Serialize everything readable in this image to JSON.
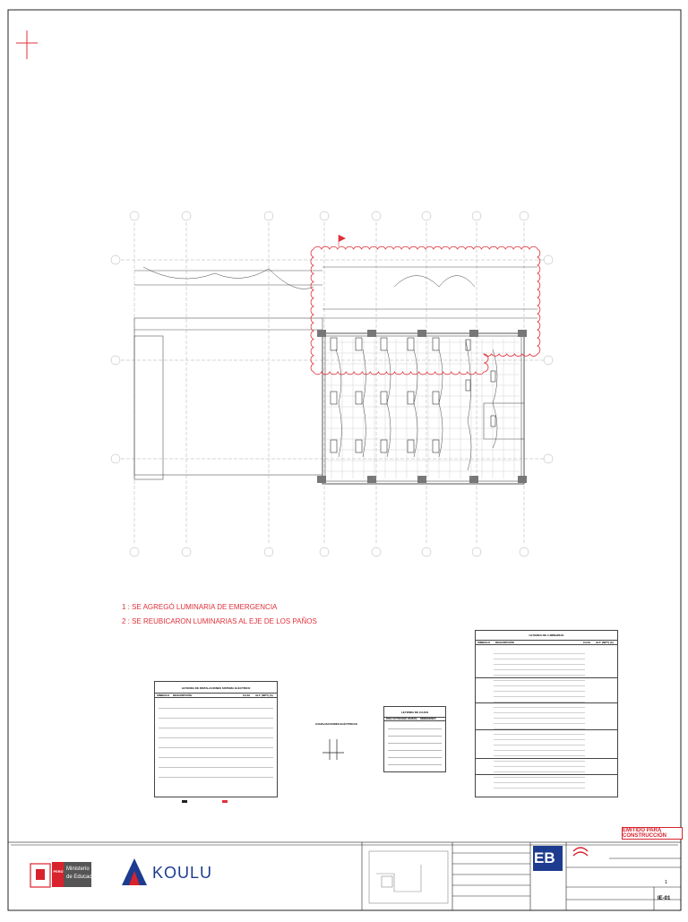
{
  "notes": [
    "1 : SE AGREGÓ LUMINARIA DE EMERGENCIA",
    "2 : SE REUBICARON LUMINARIAS AL EJE DE LOS PAÑOS"
  ],
  "legend_electrical": {
    "title": "LEYENDA DE INSTALACIONES SISTEMA ELÉCTRICO",
    "headers": [
      "SÍMBOLO",
      "DESCRIPCIÓN",
      "CAJA",
      "ALT. (NPT) (h)"
    ]
  },
  "conductors": {
    "title": "CANALIZACIONES ELÉCTRICAS"
  },
  "legend_boxes": {
    "title": "LEYENDA DE CAJAS",
    "headers": [
      "PARA OCTOGONAL",
      "RANURA",
      "DIMENSIONES"
    ]
  },
  "legend_luminaires": {
    "title": "LEYENDA DE LUMINARIAS",
    "headers": [
      "SÍMBOLO",
      "DESCRIPCIÓN",
      "CAJA",
      "ALT. (NPT) (h)"
    ]
  },
  "emitido": "EMITIDO PARA CONSTRUCCIÓN",
  "logos": {
    "peru": "PERÚ",
    "ministry_line1": "Ministerio",
    "ministry_line2": "de Educación",
    "koulu": "KOULU",
    "eb": "EB"
  },
  "title_block": {
    "sheet_code": "IE-01",
    "revision": "1"
  },
  "colors": {
    "revision_cloud": "#e0303a",
    "drawing": "#555555",
    "accent_blue": "#1d3c8f",
    "peru_red": "#d8222c"
  }
}
